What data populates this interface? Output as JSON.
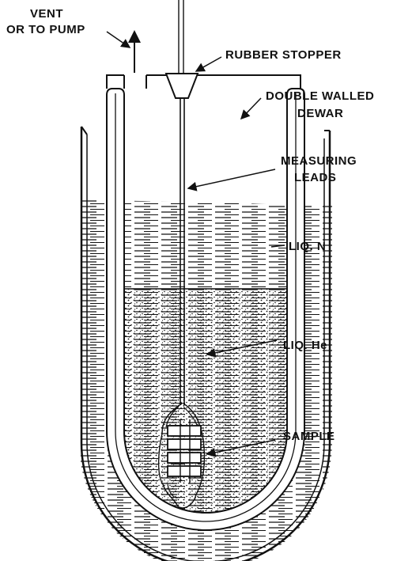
{
  "labels": {
    "vent_line1": "VENT",
    "vent_line2": "OR TO PUMP",
    "rubber_stopper": "RUBBER STOPPER",
    "dewar_line1": "DOUBLE WALLED",
    "dewar_line2": "DEWAR",
    "leads_line1": "MEASURING",
    "leads_line2": "LEADS",
    "liq_n": "LIQ. N",
    "liq_he": "LIQ. He",
    "sample": "SAMPLE"
  },
  "colors": {
    "ink": "#111111",
    "paper": "#ffffff"
  }
}
